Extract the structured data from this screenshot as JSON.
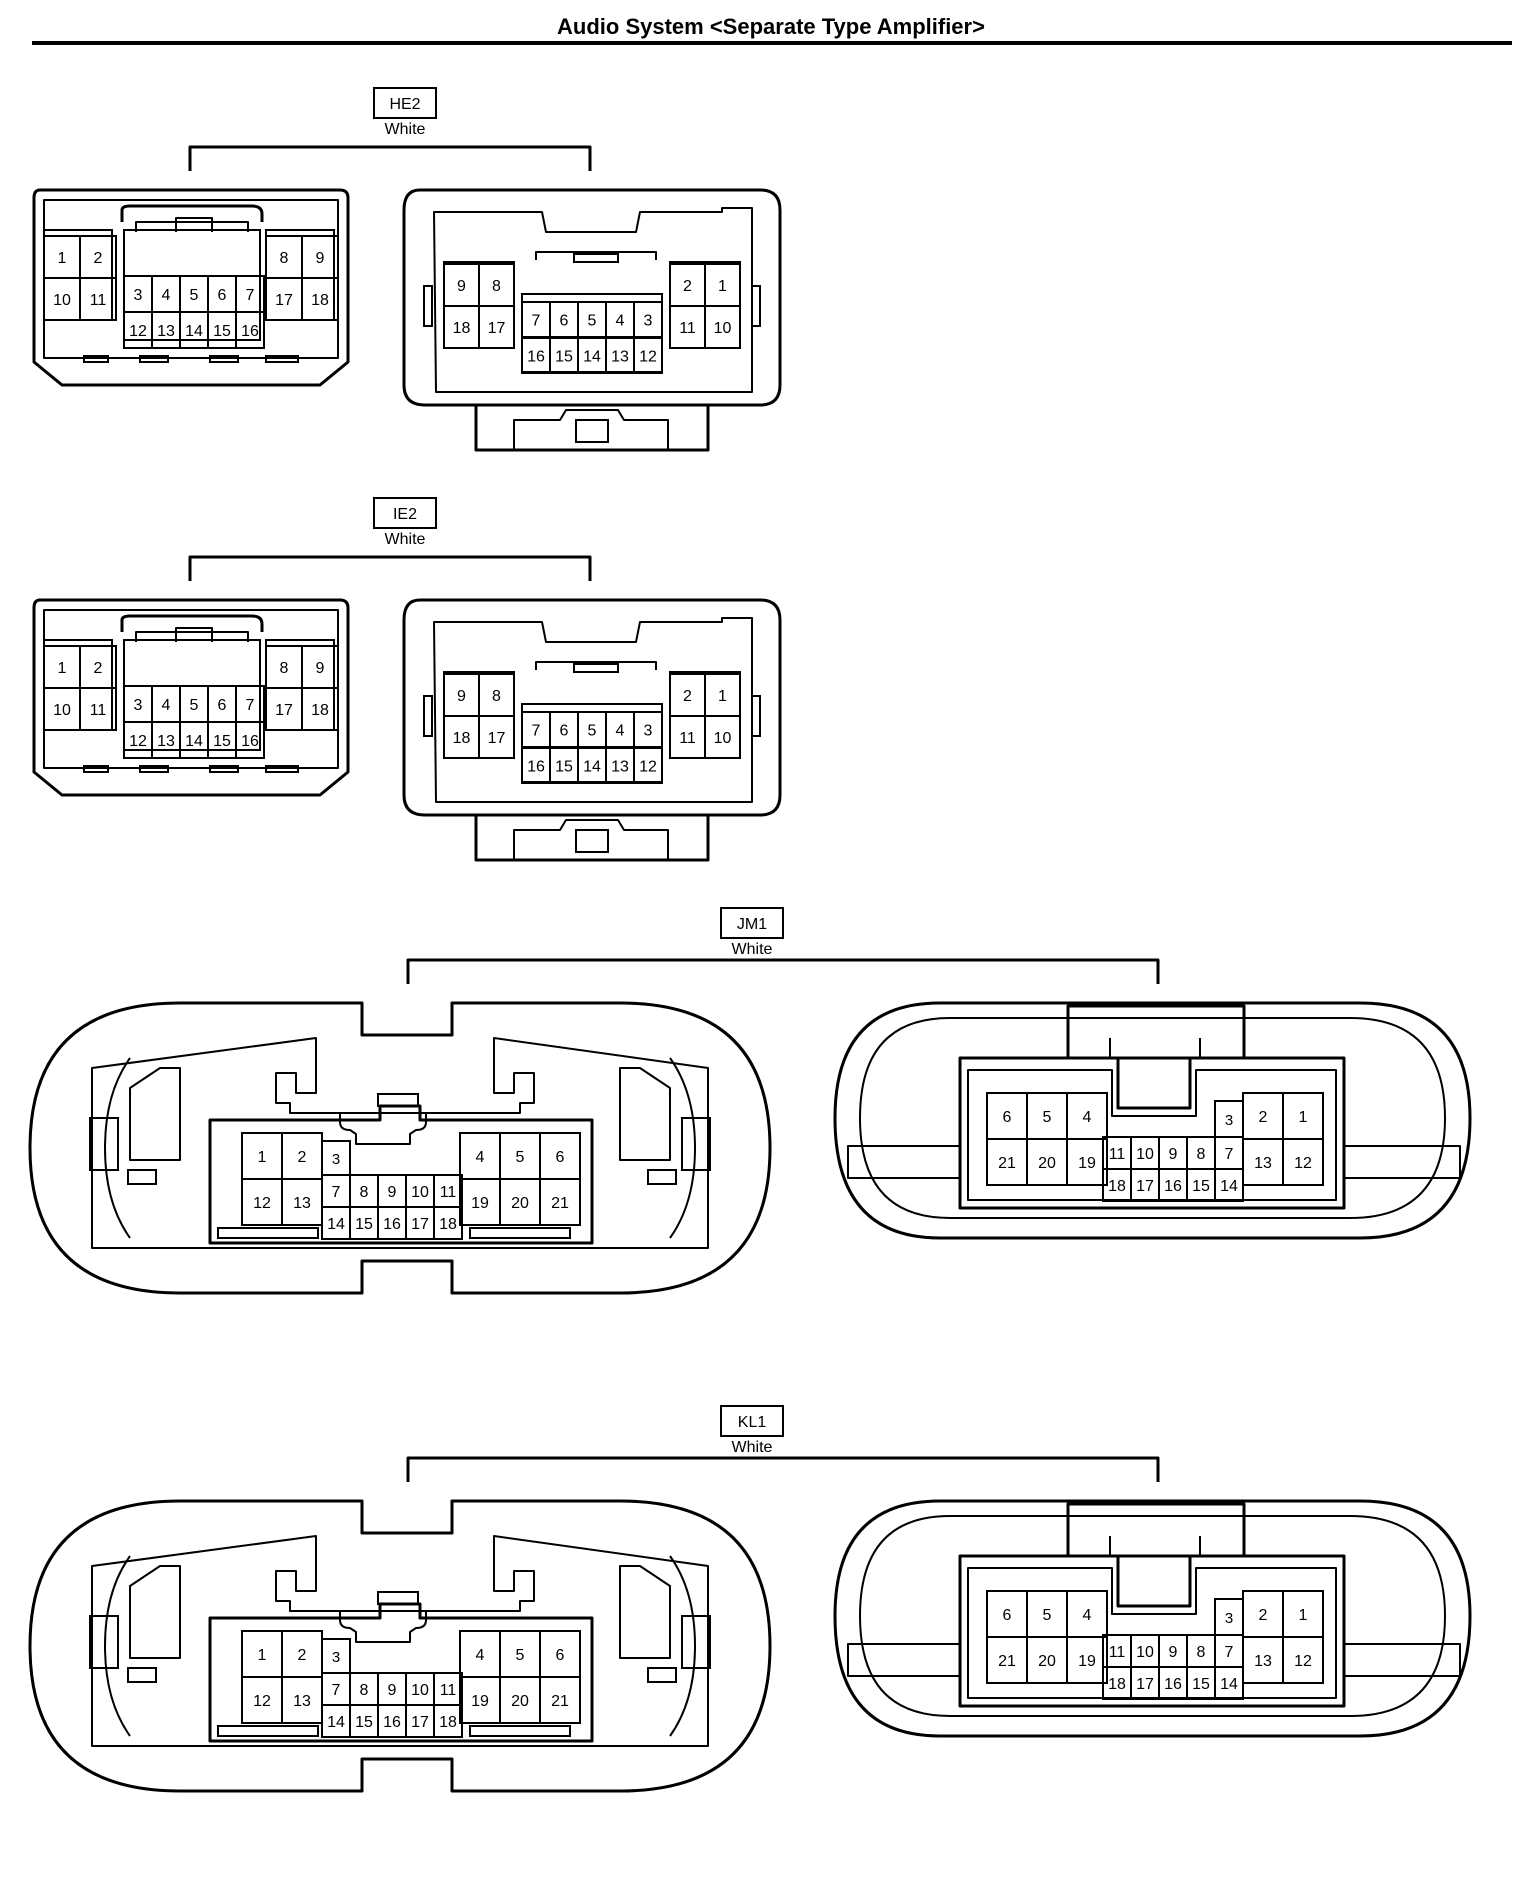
{
  "title": "Audio System <Separate Type Amplifier>",
  "colors": {
    "line": "#000000",
    "background": "#ffffff"
  },
  "connectors": [
    {
      "id": "HE2",
      "color": "White",
      "type": "small",
      "left_pins": [
        [
          "1",
          "2"
        ],
        [
          "10",
          "11"
        ],
        [
          "3",
          "4",
          "5",
          "6",
          "7"
        ],
        [
          "12",
          "13",
          "14",
          "15",
          "16"
        ],
        [
          "8",
          "9"
        ],
        [
          "17",
          "18"
        ]
      ],
      "right_pins": [
        [
          "9",
          "8"
        ],
        [
          "18",
          "17"
        ],
        [
          "7",
          "6",
          "5",
          "4",
          "3"
        ],
        [
          "16",
          "15",
          "14",
          "13",
          "12"
        ],
        [
          "2",
          "1"
        ],
        [
          "11",
          "10"
        ]
      ]
    },
    {
      "id": "IE2",
      "color": "White",
      "type": "small",
      "left_pins": [
        [
          "1",
          "2"
        ],
        [
          "10",
          "11"
        ],
        [
          "3",
          "4",
          "5",
          "6",
          "7"
        ],
        [
          "12",
          "13",
          "14",
          "15",
          "16"
        ],
        [
          "8",
          "9"
        ],
        [
          "17",
          "18"
        ]
      ],
      "right_pins": [
        [
          "9",
          "8"
        ],
        [
          "18",
          "17"
        ],
        [
          "7",
          "6",
          "5",
          "4",
          "3"
        ],
        [
          "16",
          "15",
          "14",
          "13",
          "12"
        ],
        [
          "2",
          "1"
        ],
        [
          "11",
          "10"
        ]
      ]
    },
    {
      "id": "JM1",
      "color": "White",
      "type": "large",
      "left_pins": [
        [
          "1",
          "2"
        ],
        [
          "12",
          "13"
        ],
        [
          "3"
        ],
        [
          "7",
          "8",
          "9",
          "10",
          "11"
        ],
        [
          "14",
          "15",
          "16",
          "17",
          "18"
        ],
        [
          "4",
          "5",
          "6"
        ],
        [
          "19",
          "20",
          "21"
        ]
      ],
      "right_pins": [
        [
          "6",
          "5",
          "4"
        ],
        [
          "21",
          "20",
          "19"
        ],
        [
          "3"
        ],
        [
          "11",
          "10",
          "9",
          "8",
          "7"
        ],
        [
          "18",
          "17",
          "16",
          "15",
          "14"
        ],
        [
          "2",
          "1"
        ],
        [
          "13",
          "12"
        ]
      ]
    },
    {
      "id": "KL1",
      "color": "White",
      "type": "large",
      "left_pins": [
        [
          "1",
          "2"
        ],
        [
          "12",
          "13"
        ],
        [
          "3"
        ],
        [
          "7",
          "8",
          "9",
          "10",
          "11"
        ],
        [
          "14",
          "15",
          "16",
          "17",
          "18"
        ],
        [
          "4",
          "5",
          "6"
        ],
        [
          "19",
          "20",
          "21"
        ]
      ],
      "right_pins": [
        [
          "6",
          "5",
          "4"
        ],
        [
          "21",
          "20",
          "19"
        ],
        [
          "3"
        ],
        [
          "11",
          "10",
          "9",
          "8",
          "7"
        ],
        [
          "18",
          "17",
          "16",
          "15",
          "14"
        ],
        [
          "2",
          "1"
        ],
        [
          "13",
          "12"
        ]
      ]
    }
  ]
}
